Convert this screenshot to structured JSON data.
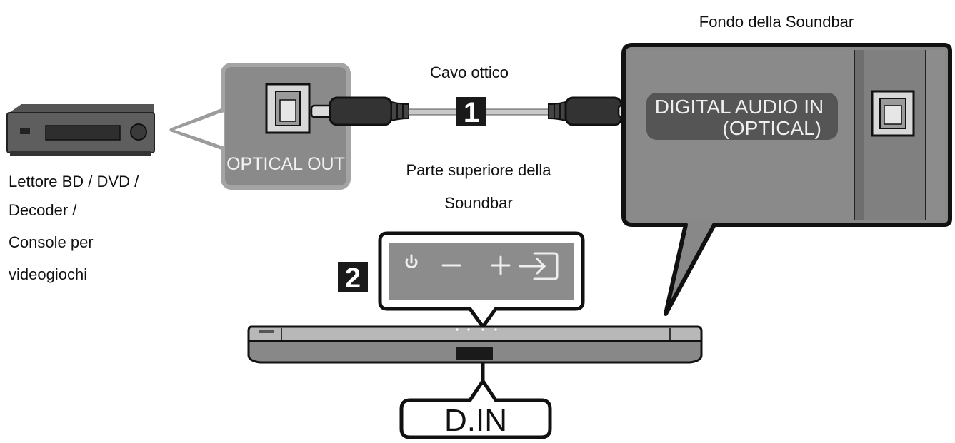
{
  "labels": {
    "bottom_of_soundbar": "Fondo della Soundbar",
    "optical_cable": "Cavo ottico",
    "top_of_soundbar_line1": "Parte superiore della",
    "top_of_soundbar_line2": "Soundbar",
    "source_device_lines": [
      "Lettore BD / DVD /",
      "Decoder /",
      "Console per",
      "videogiochi"
    ],
    "optical_out": "OPTICAL OUT",
    "digital_audio_in_line1": "DIGITAL AUDIO IN",
    "digital_audio_in_line2": "(OPTICAL)",
    "step_1": "1",
    "step_2": "2",
    "d_in": "D.IN"
  },
  "colors": {
    "panel_dark": "#7a7a7a",
    "panel_mid": "#8e8e8e",
    "outline": "#111111",
    "soundbar_body": "#888888",
    "soundbar_light": "#b8b8b8",
    "callout_border": "#9c9c9c",
    "badge": "#1a1a1a"
  },
  "icons": [
    "power-icon",
    "minus-icon",
    "plus-icon",
    "source-input-icon",
    "optical-port-icon"
  ]
}
